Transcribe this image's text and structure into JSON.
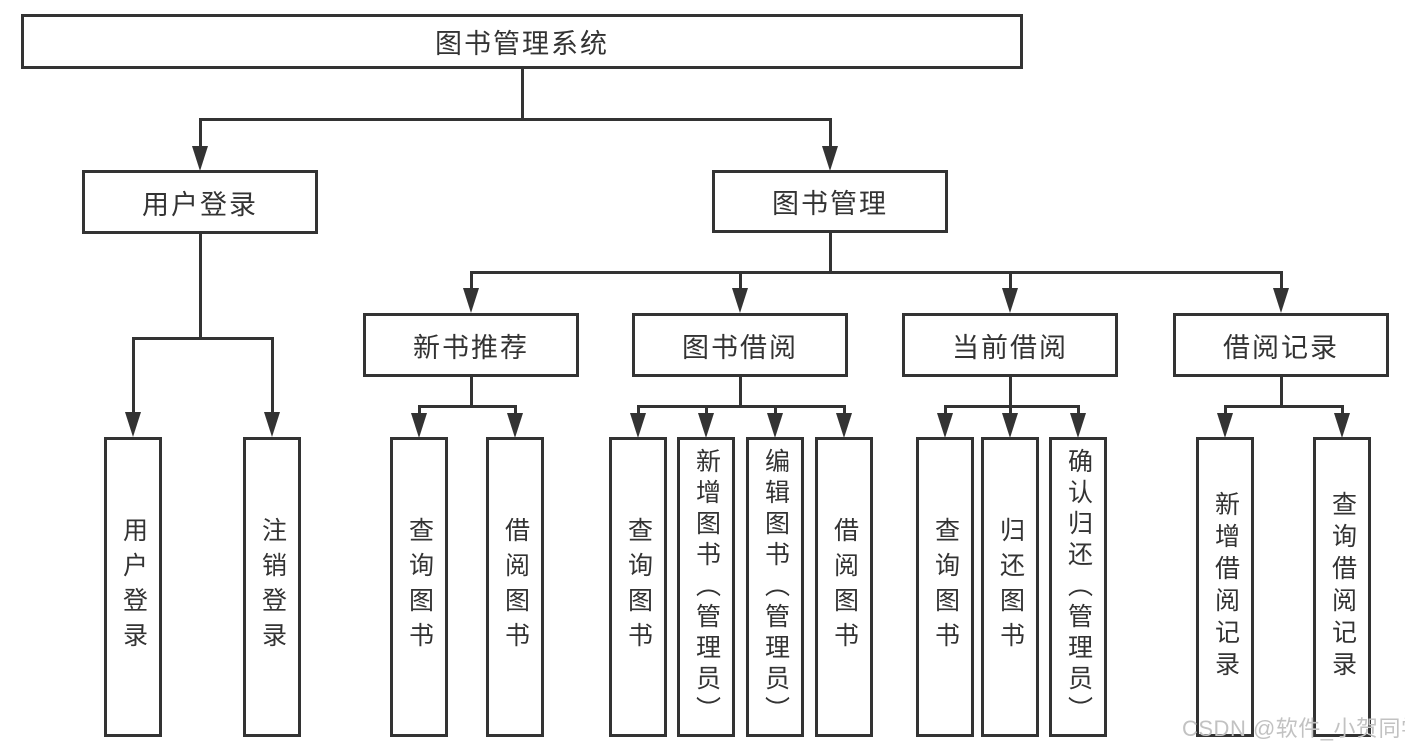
{
  "diagram": {
    "root": "图书管理系统",
    "level2": {
      "user_login": "用户登录",
      "book_mgmt": "图书管理"
    },
    "level3": {
      "new_books": "新书推荐",
      "book_borrow": "图书借阅",
      "current_borrow": "当前借阅",
      "borrow_records": "借阅记录"
    },
    "leaves": {
      "user_login": "用户登录",
      "logout": "注销登录",
      "nb_query_books": "查询图书",
      "nb_borrow_books": "借阅图书",
      "bb_query_books": "查询图书",
      "bb_add_books_admin": "新增图书（管理员）",
      "bb_edit_books_admin": "编辑图书（管理员）",
      "bb_borrow_books": "借阅图书",
      "cb_query_books": "查询图书",
      "cb_return_books": "归还图书",
      "cb_confirm_return_admin": "确认归还（管理员）",
      "br_add_record": "新增借阅记录",
      "br_query_record": "查询借阅记录"
    },
    "watermark": "CSDN @软件_小贺同学",
    "colors": {
      "line": "#333333",
      "text": "#333333",
      "watermark": "#c2c2c2",
      "background": "#ffffff"
    }
  }
}
